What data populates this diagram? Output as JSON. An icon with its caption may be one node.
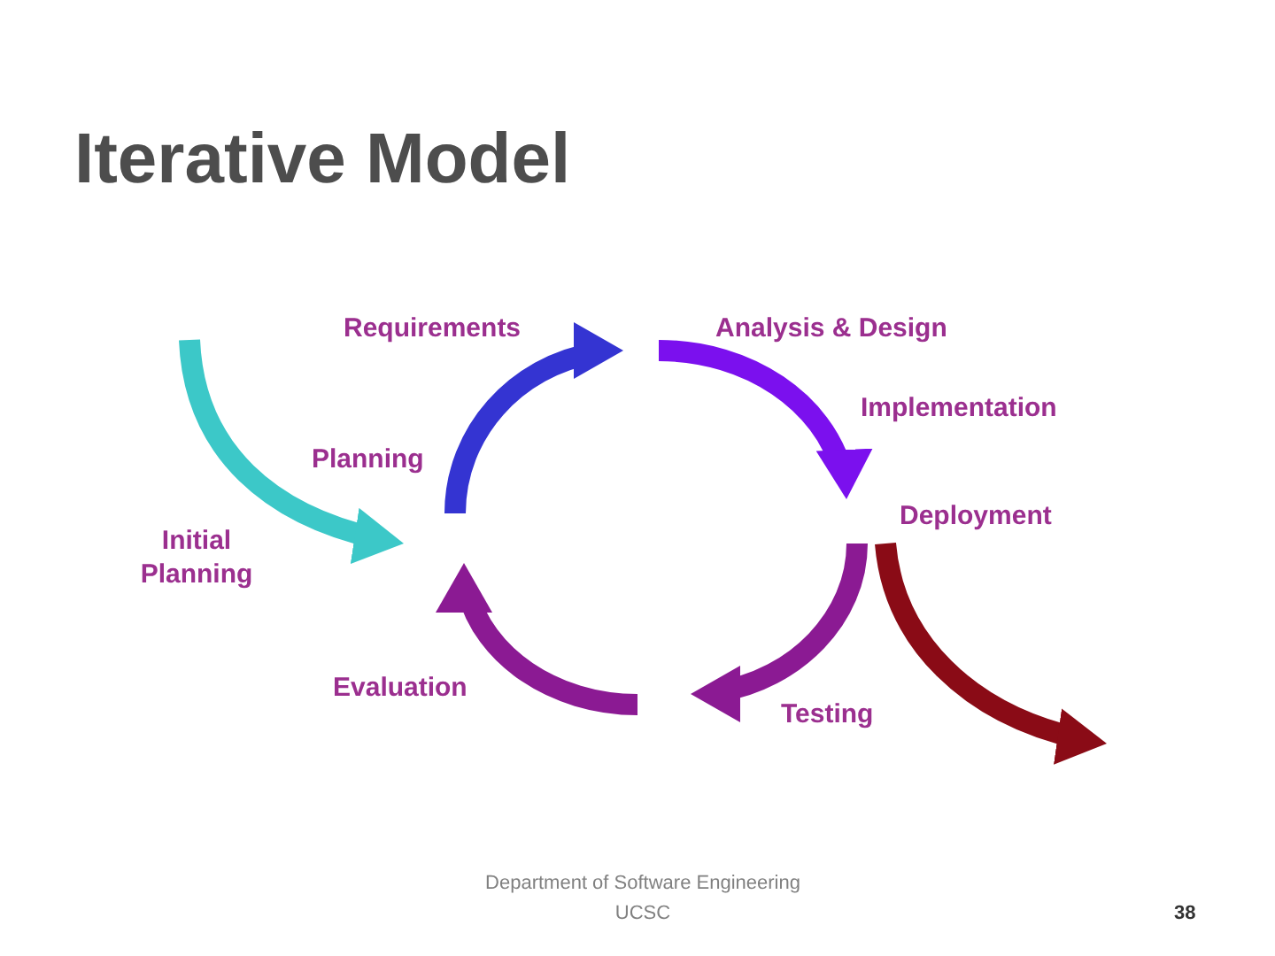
{
  "diagram": {
    "title": "Iterative Model",
    "nodes": [
      {
        "text": [
          "Requirements"
        ]
      },
      {
        "text": [
          "Analysis & Design"
        ]
      },
      {
        "text": [
          "Implementation"
        ]
      },
      {
        "text": [
          "Planning"
        ]
      },
      {
        "text": [
          "Deployment"
        ]
      },
      {
        "text": [
          "Evaluation"
        ]
      },
      {
        "text": [
          "Testing"
        ]
      }
    ],
    "edges": [
      {
        "from": null,
        "to": 3,
        "arrow": "to",
        "label": "Initial Planning",
        "color": "#3cc8c8"
      },
      {
        "from": 3,
        "to": 0,
        "arrow": "to",
        "color": "#3434d2"
      },
      {
        "from": 1,
        "to": 2,
        "arrow": "to",
        "color": "#7b10ee"
      },
      {
        "from": 4,
        "to": 6,
        "arrow": "to"
      },
      {
        "from": null,
        "to": 5,
        "arrow": "to"
      },
      {
        "from": 4,
        "to": null,
        "arrow": "to",
        "color": "#8a0b16"
      }
    ],
    "labels": [
      "Department of Software Engineering UCSC",
      "38"
    ]
  }
}
